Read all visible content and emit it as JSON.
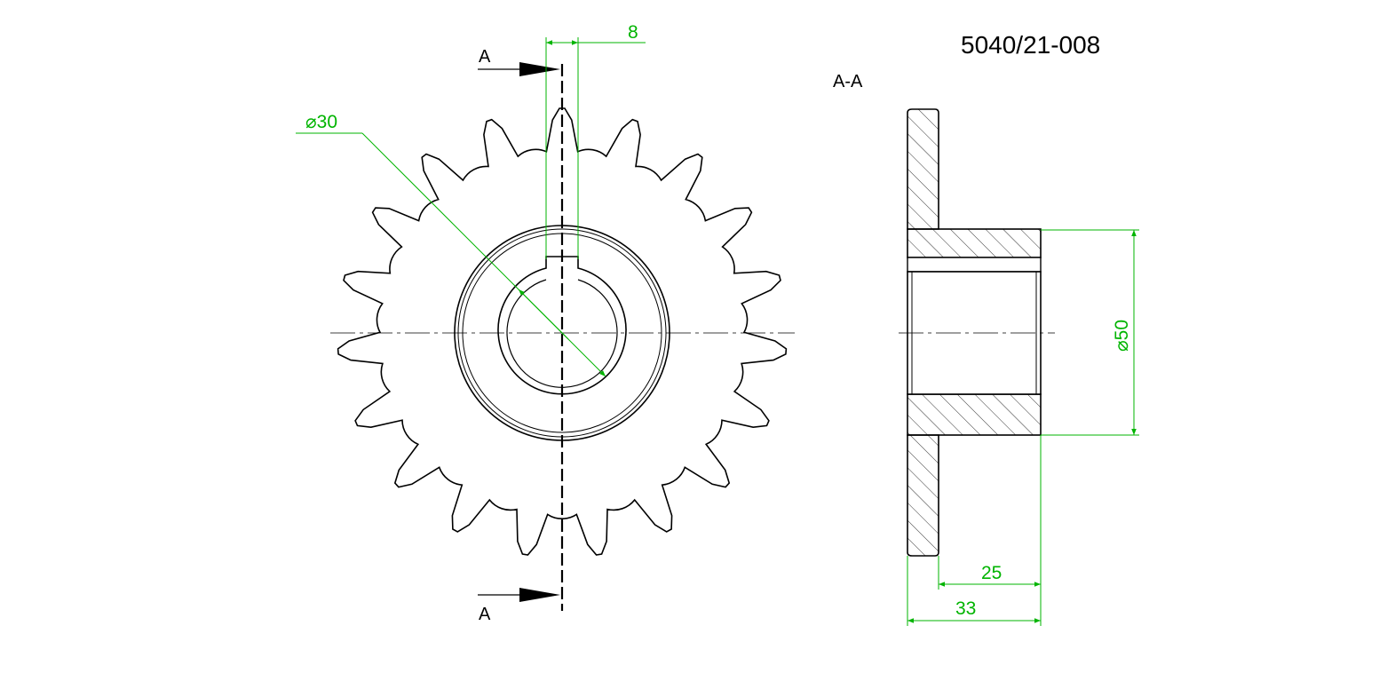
{
  "drawing_number": "5040/21-008",
  "section_title": "A-A",
  "section_marks": {
    "top": "A",
    "bottom": "A"
  },
  "dimensions": {
    "key_width": "8",
    "bore_diameter": "⌀30",
    "hub_diameter": "⌀50",
    "hub_length": "25",
    "overall_length": "33"
  },
  "sprocket": {
    "teeth": 19
  },
  "colors": {
    "outline": "#000000",
    "dimension": "#00b400",
    "background": "#ffffff"
  }
}
